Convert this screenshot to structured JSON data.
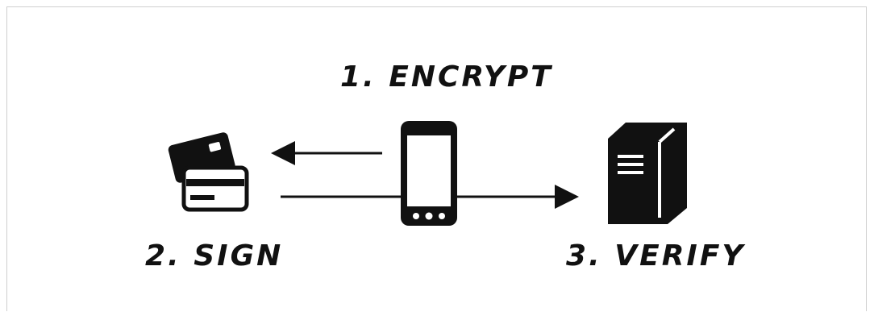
{
  "steps": {
    "encrypt": "1. ENCRYPT",
    "sign": "2. SIGN",
    "verify": "3. VERIFY"
  },
  "icons": {
    "phone": "smartphone-icon",
    "cards": "credit-cards-icon",
    "server": "server-tower-icon"
  },
  "colors": {
    "ink": "#111111",
    "background": "#ffffff",
    "frame_border": "#cfcfcf"
  }
}
